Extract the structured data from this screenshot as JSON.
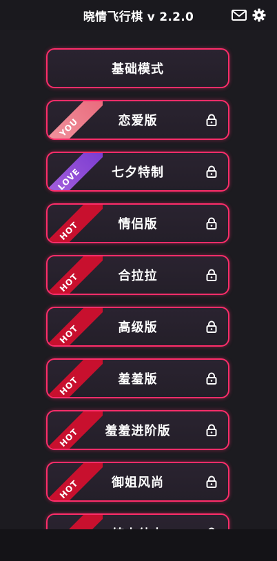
{
  "header": {
    "title": "晓情飞行棋 v 2.2.0",
    "mail_icon": "mail-icon",
    "settings_icon": "gear-icon"
  },
  "modes": [
    {
      "label": "基础模式",
      "ribbon": "",
      "locked": false
    },
    {
      "label": "恋爱版",
      "ribbon": "YOU",
      "locked": true
    },
    {
      "label": "七夕特制",
      "ribbon": "LOVE",
      "locked": true
    },
    {
      "label": "情侣版",
      "ribbon": "HOT",
      "locked": true
    },
    {
      "label": "合拉拉",
      "ribbon": "HOT",
      "locked": true
    },
    {
      "label": "高级版",
      "ribbon": "HOT",
      "locked": true
    },
    {
      "label": "羞羞版",
      "ribbon": "HOT",
      "locked": true
    },
    {
      "label": "羞羞进阶版",
      "ribbon": "HOT",
      "locked": true
    },
    {
      "label": "御姐风尚",
      "ribbon": "HOT",
      "locked": true
    },
    {
      "label": "纯小仗大",
      "ribbon": "HOT",
      "locked": true
    }
  ],
  "colors": {
    "accent": "#ff2d6a",
    "background": "#1c1b20",
    "hot_ribbon": "#c8102e"
  }
}
